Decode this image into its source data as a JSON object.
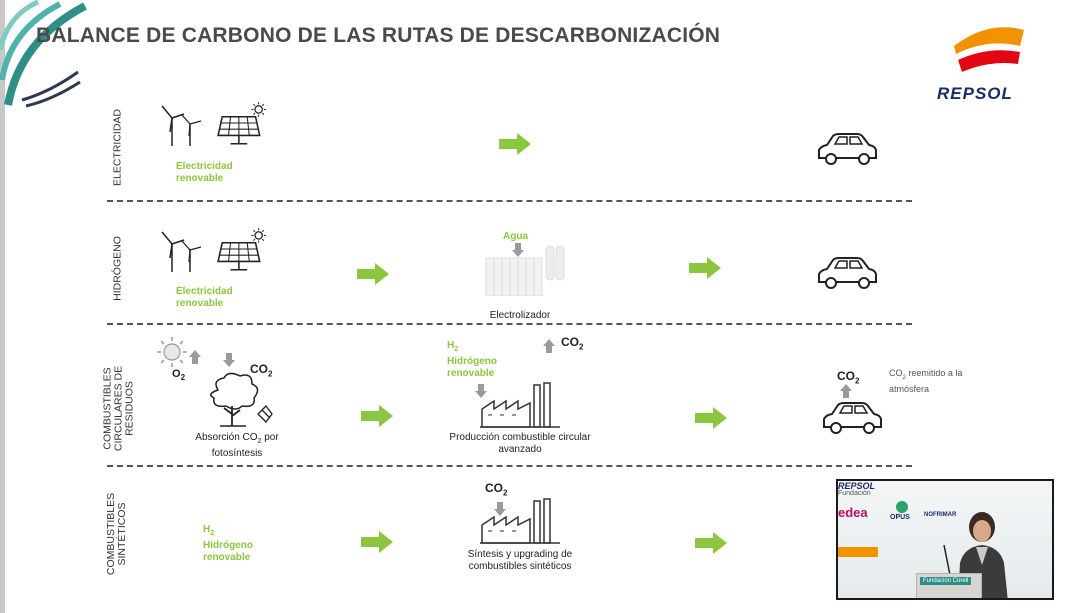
{
  "slide": {
    "title": "BALANCE DE CARBONO DE LAS RUTAS DE DESCARBONIZACIÓN",
    "brand": "REPSOL"
  },
  "rows": {
    "electricidad": {
      "label": "ELECTRICIDAD",
      "source_label": "Electricidad\nrenovable"
    },
    "hidrogeno": {
      "label": "HIDRÓGENO",
      "source_label": "Electricidad\nrenovable",
      "water_label": "Agua",
      "process_label": "Electrolizador"
    },
    "circulares": {
      "label_lines": [
        "COMBUSTIBLES",
        "CIRCULARES DE",
        "RESIDUOS"
      ],
      "o2": "O",
      "o2_sub": "2",
      "co2_tree": "CO",
      "co2_tree_sub": "2",
      "absorption_caption_a": "Absorción CO",
      "absorption_caption_sub": "2",
      "absorption_caption_b": " por",
      "absorption_caption_c": "fotosíntesis",
      "h2": "H",
      "h2_sub": "2",
      "h2_name": "Hidrógeno",
      "h2_renewable": "renovable",
      "co2_factory": "CO",
      "co2_factory_sub": "2",
      "process_caption_a": "Producción combustible circular",
      "process_caption_b": "avanzado",
      "co2_car": "CO",
      "co2_car_sub": "2",
      "reemitted_a": "CO",
      "reemitted_sub": "2",
      "reemitted_b": " reemitido a la",
      "reemitted_c": "atmósfera"
    },
    "sinteticos": {
      "label_lines": [
        "COMBUSTIBLES",
        "SINTÉTICOS"
      ],
      "h2": "H",
      "h2_sub": "2",
      "h2_name": "Hidrógeno",
      "h2_renewable": "renovable",
      "co2_factory": "CO",
      "co2_factory_sub": "2",
      "process_caption_a": "Síntesis y upgrading de",
      "process_caption_b": "combustibles sintéticos"
    }
  },
  "video_overlay": {
    "sponsors": [
      "REPSOL",
      "Fundación",
      "edea",
      "OPUS",
      "NOFRIMAR"
    ],
    "podium": "Fundación Corell"
  },
  "colors": {
    "accent_green": "#8cc63f",
    "title_gray": "#4a4a4a",
    "brand_navy": "#1a2b6d",
    "brand_orange": "#f39200",
    "brand_red": "#e30613",
    "teal_logo": "#2f8f86"
  }
}
